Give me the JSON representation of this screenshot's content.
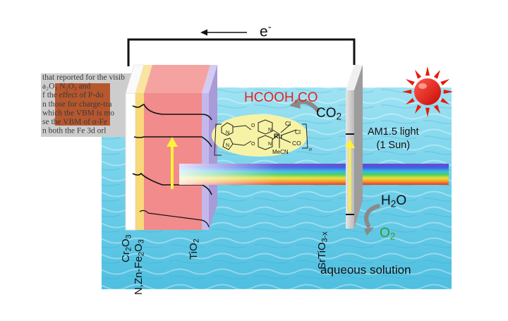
{
  "diagram": {
    "electron_label": "e",
    "electron_sup": "-",
    "products_label": "HCOOH,CO",
    "co2_main": "CO",
    "co2_sub": "2",
    "light_line1": "AM1.5 light",
    "light_line2": "(1 Sun)",
    "h2o_main1": "H",
    "h2o_sub": "2",
    "h2o_main2": "O",
    "o2_main": "O",
    "o2_sub": "2",
    "solution_label": "aqueous solution",
    "layer_cr2o3": {
      "a": "Cr",
      "b": "2",
      "c": "O",
      "d": "3"
    },
    "layer_fe2o3": {
      "a": "N,Zn-Fe",
      "b": "2",
      "c": "O",
      "d": "3"
    },
    "layer_tio2": {
      "a": "TiO",
      "b": "2"
    },
    "layer_srtio3": {
      "a": "SrTiO",
      "b": "3-x"
    },
    "catalyst": {
      "ru": "Ru",
      "cl_top": "Cl",
      "cl_mid": "Cl",
      "co": "CO",
      "mecn": "MeCN",
      "n1": "N",
      "n2": "N",
      "n3": "N",
      "n4": "N",
      "o1": "O",
      "o2": "O",
      "n_sub": "n"
    },
    "photo_text": [
      "that reported for the visib",
      "a₂O₃ N₂O₃ and",
      "f the effect of P-do",
      "n those for charge-tra",
      "which the VBM is mo",
      "se the VBM of α-Fe",
      "n both the Fe 3d orl"
    ],
    "colors": {
      "water": "#7ed6ec",
      "hematite": "#f28b8b",
      "tio2": "#c3b8ec",
      "cr2o3": "#f7d87a",
      "products": "#e52320",
      "o2": "#2e9e2e",
      "sun": "#e8190c"
    }
  }
}
